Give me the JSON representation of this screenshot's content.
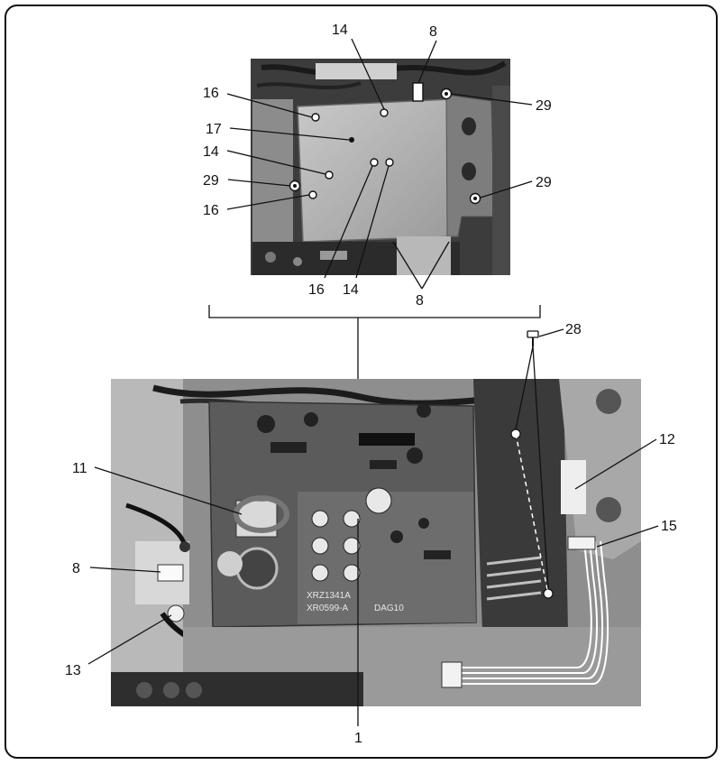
{
  "top_photo": {
    "callouts": [
      "14",
      "8",
      "16",
      "29",
      "17",
      "14",
      "29",
      "29",
      "16",
      "16",
      "14",
      "8"
    ]
  },
  "bottom_photo": {
    "board_markings": [
      "XRZ1341A",
      "XR0599-A",
      "DAG10"
    ],
    "callouts": [
      "28",
      "12",
      "11",
      "15",
      "8",
      "13",
      "1"
    ]
  }
}
